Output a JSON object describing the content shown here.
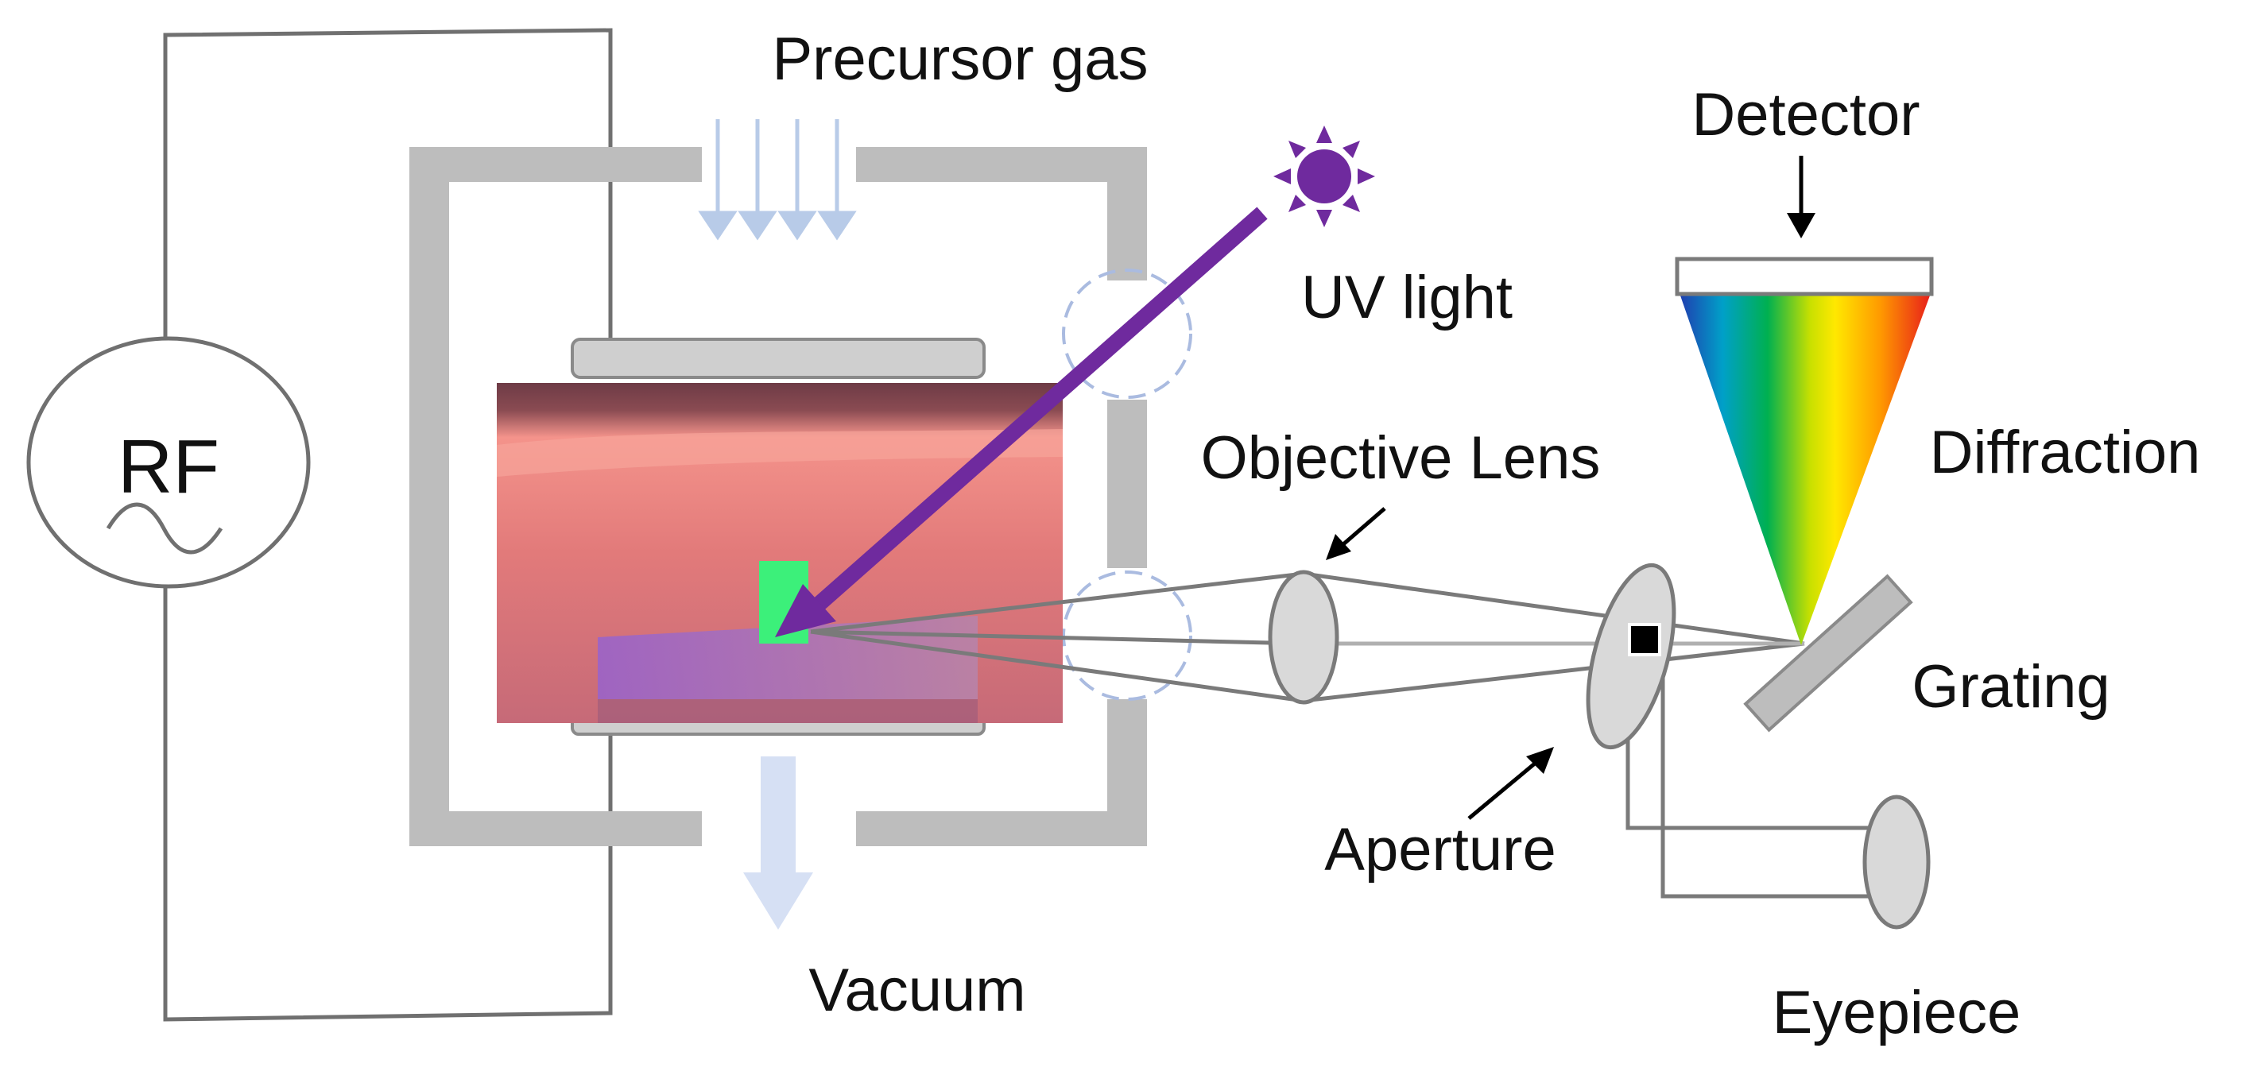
{
  "labels": {
    "precursor_gas": "Precursor gas",
    "uv_light": "UV light",
    "rf": "RF",
    "objective_lens": "Objective Lens",
    "detector": "Detector",
    "diffraction": "Diffraction",
    "grating": "Grating",
    "aperture": "Aperture",
    "vacuum": "Vacuum",
    "eyepiece": "Eyepiece"
  },
  "colors": {
    "chamber_wall": "#bdbdbd",
    "wire": "#707070",
    "gas_arrow": "#b8cbe8",
    "vacuum_arrow": "#d6e0f4",
    "uv_beam": "#6f2a9e",
    "uv_source": "#6f2a9e",
    "plasma_top": "#e37e7c",
    "plasma_bottom": "#b76371",
    "sample": "#3cf07a",
    "viewport_circle": "#aabbe0",
    "lens_fill": "#d9d9d9",
    "optics_line": "#7a7a7a",
    "aperture_square": "#000000",
    "spectrum": [
      "#1f3fb0",
      "#00a0c8",
      "#00b050",
      "#c8e000",
      "#ffe800",
      "#ff9a00",
      "#e8201a"
    ]
  },
  "icons": {
    "uv_source": "sun-icon",
    "rf_source": "sine-wave-icon"
  }
}
